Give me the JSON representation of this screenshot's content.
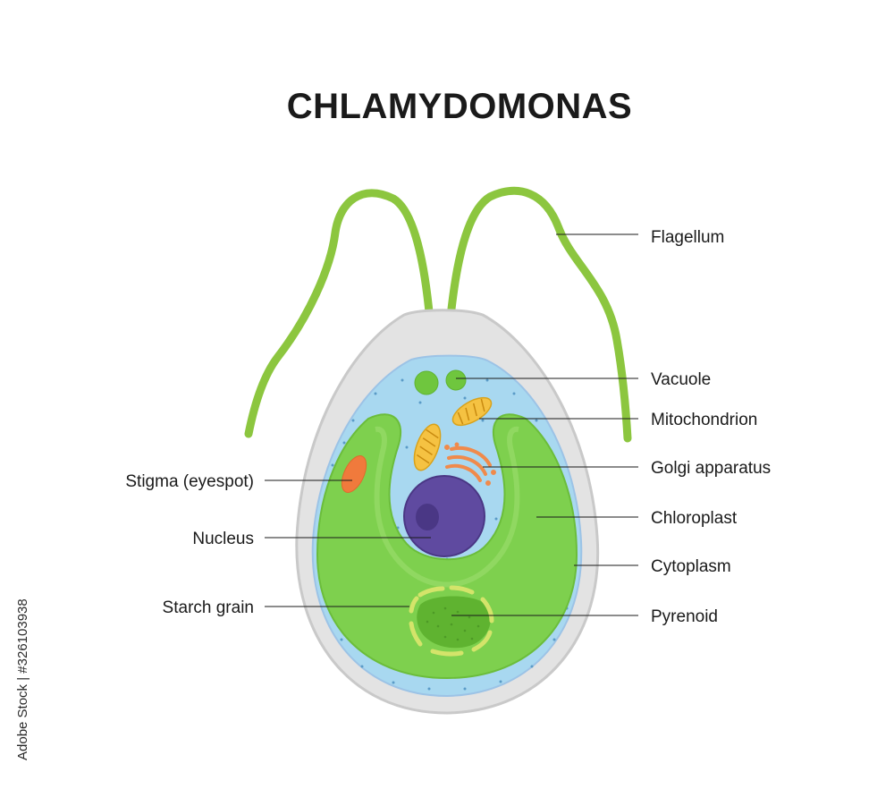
{
  "title": "CHLAMYDOMONAS",
  "labels": {
    "flagellum": "Flagellum",
    "vacuole": "Vacuole",
    "mitochondrion": "Mitochondrion",
    "golgi": "Golgi apparatus",
    "chloroplast": "Chloroplast",
    "cytoplasm": "Cytoplasm",
    "pyrenoid": "Pyrenoid",
    "stigma": "Stigma (eyespot)",
    "nucleus": "Nucleus",
    "starch": "Starch grain"
  },
  "stock_id": "#326103938",
  "stock_brand": "Adobe Stock",
  "colors": {
    "cell_wall": "#d9d9d9",
    "cytoplasm": "#a8d8f0",
    "chloroplast": "#7ed04e",
    "flagellum": "#8cc63f",
    "nucleus": "#5f4aa0",
    "eyespot": "#f07a3c",
    "mitochondrion": "#f5c242",
    "golgi": "#f08a4b"
  }
}
